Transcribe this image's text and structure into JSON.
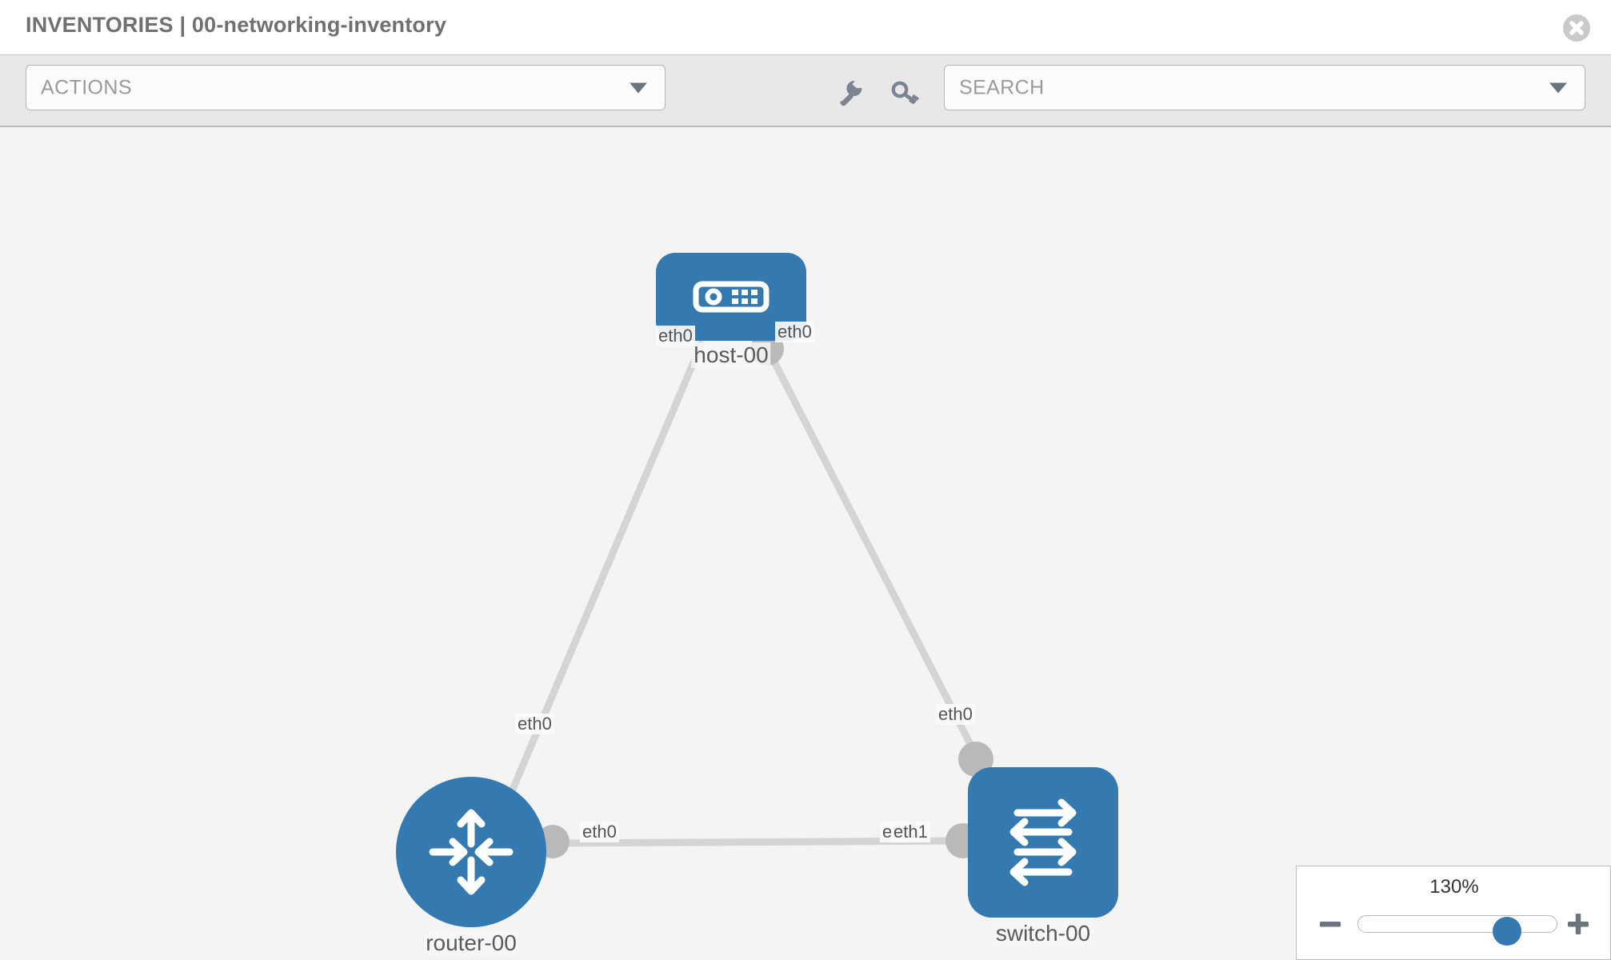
{
  "header": {
    "title": "INVENTORIES | 00-networking-inventory",
    "close_label": "close-icon"
  },
  "toolbar": {
    "actions_label": "ACTIONS",
    "search_placeholder": "SEARCH",
    "wrench_icon": "wrench-icon",
    "key_icon": "key-icon"
  },
  "topology": {
    "nodes": [
      {
        "id": "host-00",
        "label": "host-00",
        "type": "host"
      },
      {
        "id": "router-00",
        "label": "router-00",
        "type": "router"
      },
      {
        "id": "switch-00",
        "label": "switch-00",
        "type": "switch"
      }
    ],
    "edges": [
      {
        "from": "host-00",
        "to": "router-00",
        "from_port": "eth0",
        "to_port": "eth0"
      },
      {
        "from": "host-00",
        "to": "switch-00",
        "from_port": "eth0",
        "to_port": "eth0"
      },
      {
        "from": "router-00",
        "to": "switch-00",
        "from_port": "eth0",
        "to_port": "eth1"
      }
    ],
    "labels": {
      "host_left_port": "eth0",
      "host_right_port": "eth0",
      "router_up_port": "eth0",
      "switch_up_port": "eth0",
      "router_right_port": "eth0",
      "switch_left_port_back": "eth0",
      "switch_left_port": "eth1"
    }
  },
  "zoom_control": {
    "value": "130%",
    "minus_label": "zoom-out",
    "plus_label": "zoom-in"
  },
  "colors": {
    "node_blue": "#3479b0",
    "canvas_bg": "#f4f4f4",
    "toolbar_bg": "#e8e8e8",
    "link_gray": "#d4d4d4",
    "port_gray": "#b9b9b9"
  }
}
